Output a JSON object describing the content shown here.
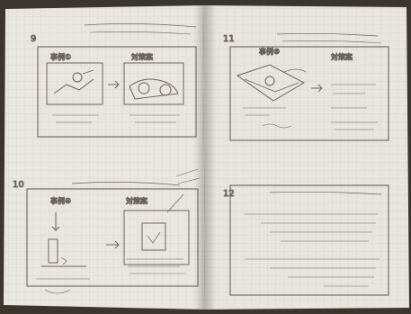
{
  "image": {
    "page_numbers": [
      "9",
      "11",
      "10",
      "12"
    ],
    "panels": {
      "p9": {
        "left_tag": "事例①",
        "right_tag": "対策案"
      },
      "p11": {
        "left_tag": "事例⑤",
        "right_tag": "対策案"
      },
      "p10": {
        "left_tag": "事例④",
        "right_tag": "対策案"
      }
    },
    "colors": {
      "paper": "#e9e6df",
      "grid": "#c9c9c6",
      "pencil": "#6a655d",
      "background": "#3b352e"
    }
  }
}
